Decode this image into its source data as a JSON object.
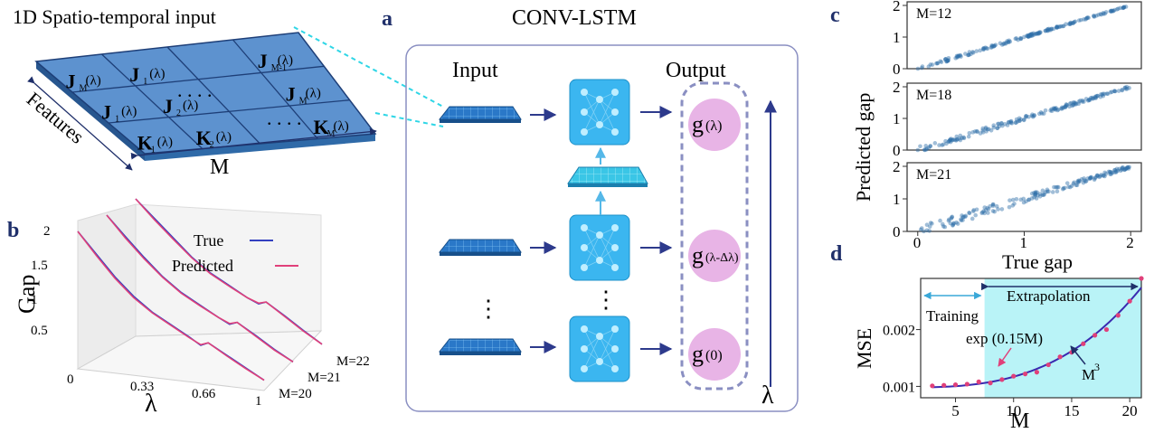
{
  "colors": {
    "tile_blue": "#4a84c4",
    "tile_dark": "#1e5aa0",
    "nn_box": "#3bb6f0",
    "output_circle": "#e8b4e6",
    "navy": "#2d3a8c",
    "cyan_dash": "#2fd6e6",
    "scatter": "#2e6fa8",
    "true_line": "#3340c0",
    "pred_line": "#e0407a",
    "extrap_fill": "#b9f3f7"
  },
  "panel_labels": {
    "a": "a",
    "b": "b",
    "c": "c",
    "d": "d"
  },
  "input_panel": {
    "title": "1D Spatio-temporal input",
    "features_label": "Features",
    "m_label": "M",
    "cells": [
      {
        "sym": "J",
        "sub": "M",
        "arg": "(λ)"
      },
      {
        "sym": "J",
        "sub": "1",
        "arg": "(λ)"
      },
      {
        "sym": "J",
        "sub": "M-1",
        "arg": "(λ)"
      },
      {
        "sym": "J",
        "sub": "1",
        "arg": "(λ)"
      },
      {
        "sym": "J",
        "sub": "2",
        "arg": "(λ)"
      },
      {
        "sym": "J",
        "sub": "M",
        "arg": "(λ)"
      },
      {
        "sym": "K",
        "sub": "1",
        "arg": "(λ)"
      },
      {
        "sym": "K",
        "sub": "2",
        "arg": "(λ)"
      },
      {
        "sym": "K",
        "sub": "M",
        "arg": "(λ)"
      }
    ],
    "dots": ". . . ."
  },
  "conv_lstm": {
    "title": "CONV-LSTM",
    "input_label": "Input",
    "output_label": "Output",
    "outputs": [
      {
        "sym": "g",
        "arg": "(λ)"
      },
      {
        "sym": "g",
        "arg": "(λ-Δλ)"
      },
      {
        "sym": "g",
        "arg": "(0)"
      }
    ],
    "lambda_label": "λ",
    "ellipsis": "⋮"
  },
  "chart_data": [
    {
      "type": "line",
      "panel": "b",
      "projection": "3d",
      "xlabel": "λ",
      "zlabel": "Gap",
      "x_ticks": [
        "0",
        "0.33",
        "0.66",
        "1"
      ],
      "z_ticks": [
        "0.5",
        "1",
        "1.5",
        "2"
      ],
      "depth_labels": [
        "M=20",
        "M=21",
        "M=22"
      ],
      "legend": [
        "True",
        "Predicted"
      ],
      "legend_position": "top-right",
      "x": [
        0,
        0.1,
        0.2,
        0.3,
        0.4,
        0.5,
        0.6,
        0.66,
        0.7,
        0.8,
        0.9,
        1.0
      ],
      "series": [
        {
          "name": "True",
          "depth": "M=20",
          "values": [
            2.0,
            1.7,
            1.4,
            1.15,
            0.95,
            0.8,
            0.65,
            0.55,
            0.6,
            0.45,
            0.3,
            0.15
          ]
        },
        {
          "name": "Predicted",
          "depth": "M=20",
          "values": [
            2.0,
            1.68,
            1.38,
            1.13,
            0.94,
            0.79,
            0.64,
            0.56,
            0.6,
            0.44,
            0.29,
            0.15
          ]
        },
        {
          "name": "True",
          "depth": "M=21",
          "values": [
            2.0,
            1.72,
            1.45,
            1.2,
            1.0,
            0.85,
            0.7,
            0.62,
            0.66,
            0.5,
            0.33,
            0.18
          ]
        },
        {
          "name": "Predicted",
          "depth": "M=21",
          "values": [
            2.0,
            1.7,
            1.43,
            1.19,
            0.99,
            0.84,
            0.7,
            0.63,
            0.66,
            0.49,
            0.32,
            0.18
          ]
        },
        {
          "name": "True",
          "depth": "M=22",
          "values": [
            2.0,
            1.75,
            1.5,
            1.25,
            1.05,
            0.9,
            0.75,
            0.68,
            0.72,
            0.55,
            0.37,
            0.2
          ]
        },
        {
          "name": "Predicted",
          "depth": "M=22",
          "values": [
            2.0,
            1.73,
            1.48,
            1.24,
            1.04,
            0.89,
            0.75,
            0.69,
            0.72,
            0.54,
            0.36,
            0.2
          ]
        }
      ]
    },
    {
      "type": "scatter",
      "panel": "c",
      "xlabel": "True gap",
      "ylabel": "Predicted gap",
      "xlim": [
        -0.1,
        2.1
      ],
      "ylim": [
        0,
        2
      ],
      "x_ticks": [
        "0",
        "1",
        "2"
      ],
      "y_ticks": [
        "0",
        "1",
        "2"
      ],
      "subplots": [
        {
          "label": "M=12",
          "spread": 0.04
        },
        {
          "label": "M=18",
          "spread": 0.08
        },
        {
          "label": "M=21",
          "spread": 0.13
        }
      ]
    },
    {
      "type": "scatter",
      "panel": "d",
      "xlabel": "M",
      "ylabel": "MSE",
      "xlim": [
        2,
        21
      ],
      "ylim": [
        0.0008,
        0.0029
      ],
      "x_ticks": [
        "5",
        "10",
        "15",
        "20"
      ],
      "y_ticks": [
        "0.001",
        "0.002"
      ],
      "region_labels": {
        "training": "Training",
        "extrapolation": "Extrapolation"
      },
      "extrapolation_start": 7.5,
      "fit_labels": {
        "exp": "exp (0.15M)",
        "cubic": "M",
        "cubic_exp": "3"
      },
      "points": {
        "x": [
          3,
          4,
          5,
          6,
          7,
          8,
          9,
          10,
          11,
          12,
          13,
          14,
          15,
          16,
          17,
          18,
          19,
          20,
          21
        ],
        "y": [
          0.00101,
          0.00102,
          0.00103,
          0.00104,
          0.00108,
          0.00106,
          0.00112,
          0.00118,
          0.00122,
          0.00125,
          0.00138,
          0.00152,
          0.0016,
          0.00175,
          0.0019,
          0.002,
          0.00225,
          0.0025,
          0.0029
        ]
      }
    }
  ]
}
